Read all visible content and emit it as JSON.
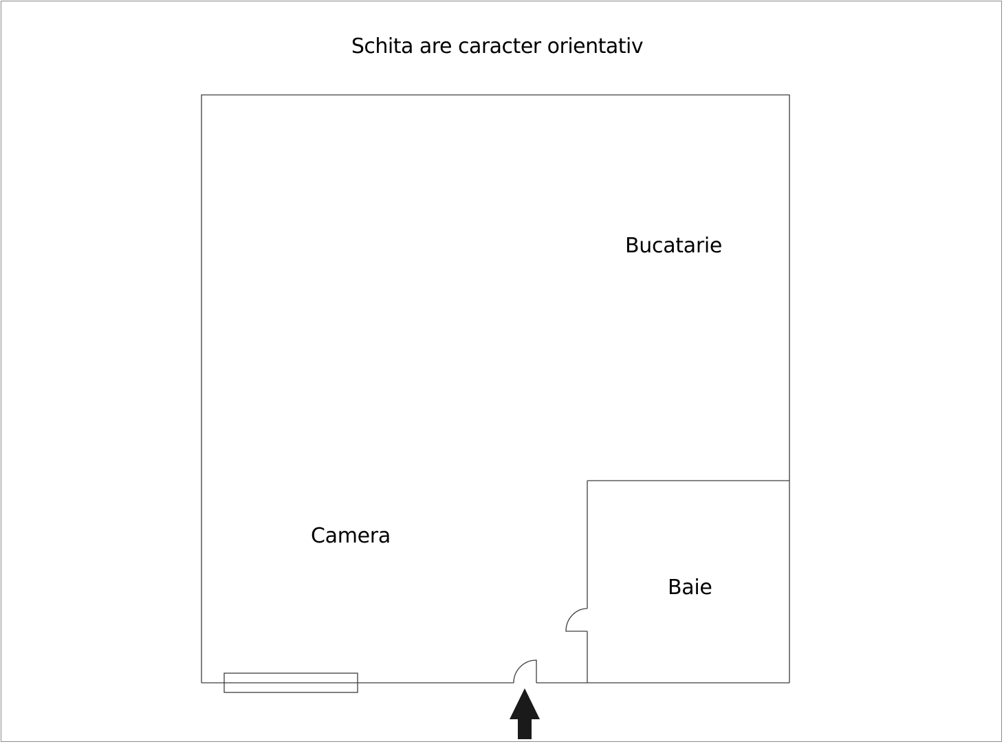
{
  "title": "Schita are caracter orientativ",
  "rooms": [
    {
      "id": "bucatarie",
      "label": "Bucatarie"
    },
    {
      "id": "camera",
      "label": "Camera"
    },
    {
      "id": "baie",
      "label": "Baie"
    }
  ],
  "symbols": {
    "entrance_arrow": "arrow-up-icon",
    "entrance_door": "door-swing",
    "bathroom_door": "door-swing",
    "window": "window-rect"
  },
  "colors": {
    "wall": "#3c3c3c",
    "frame": "#8a8a8a",
    "arrow": "#1a1a1a",
    "text": "#000000",
    "background": "#ffffff"
  }
}
